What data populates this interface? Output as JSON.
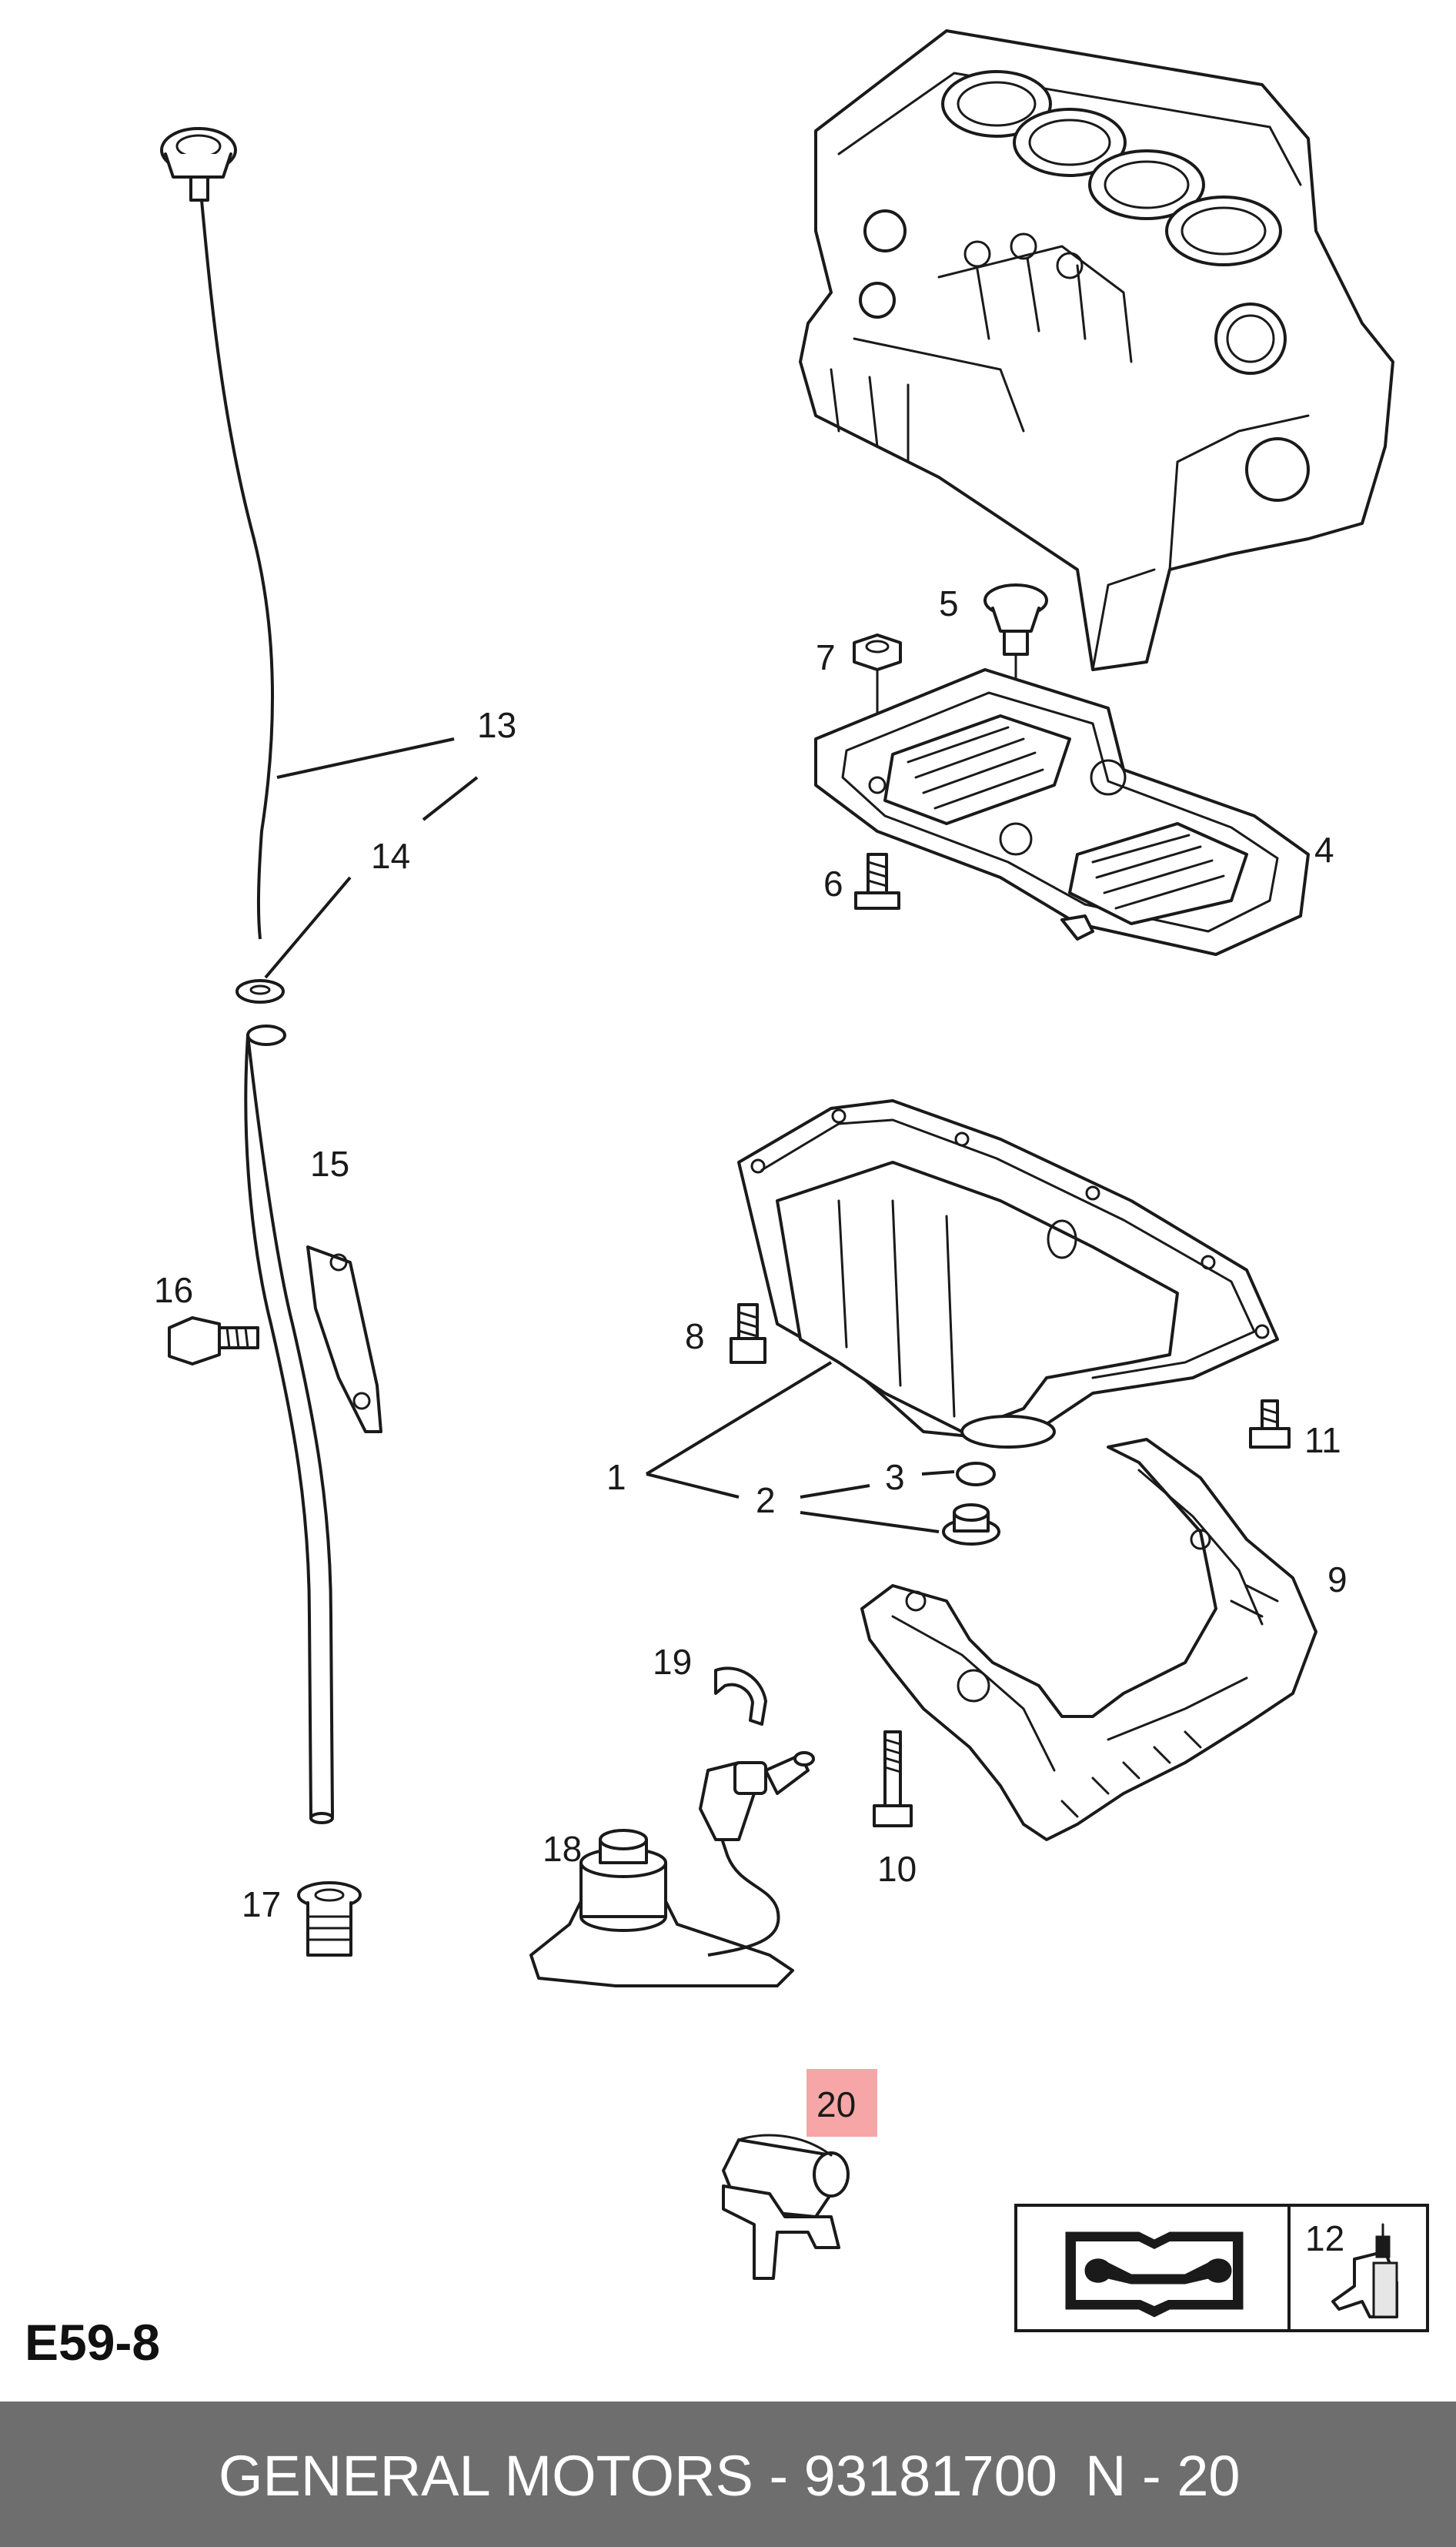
{
  "figure": {
    "code": "E59-8",
    "highlight_color": "#f6a6a6",
    "callouts": [
      "1",
      "2",
      "3",
      "4",
      "5",
      "6",
      "7",
      "8",
      "9",
      "10",
      "11",
      "12",
      "13",
      "14",
      "15",
      "16",
      "17",
      "18",
      "19",
      "20"
    ],
    "highlighted_callout": "20",
    "legend_icons": [
      "service-manual-icon",
      "adhesive-tube-icon"
    ]
  },
  "footer": {
    "brand_part": "GENERAL MOTORS - 93181700",
    "page_ref": "N - 20",
    "background": "#6e6e6e"
  }
}
